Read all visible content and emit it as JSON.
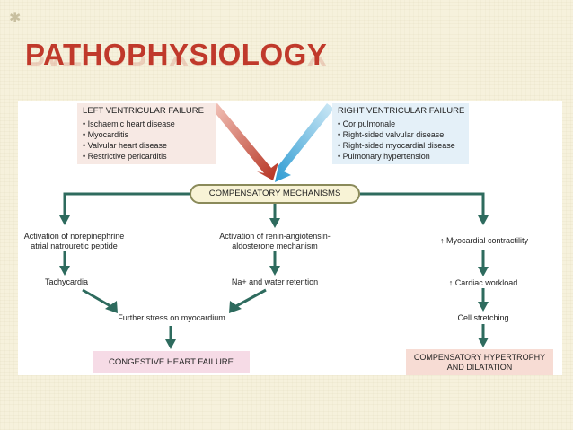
{
  "slide": {
    "title": "PATHOPHYSIOLOGY"
  },
  "diagram": {
    "left_box": {
      "heading": "LEFT VENTRICULAR FAILURE",
      "items": [
        "Ischaemic heart disease",
        "Myocarditis",
        "Valvular heart disease",
        "Restrictive pericarditis"
      ]
    },
    "right_box": {
      "heading": "RIGHT VENTRICULAR FAILURE",
      "items": [
        "Cor pulmonale",
        "Right-sided valvular disease",
        "Right-sided myocardial disease",
        "Pulmonary hypertension"
      ]
    },
    "center": "COMPENSATORY MECHANISMS",
    "left_branch": {
      "step1": [
        "Activation of norepinephrine",
        "atrial natrouretic peptide"
      ],
      "step2": "Tachycardia"
    },
    "middle_branch": {
      "step1": [
        "Activation of renin-angiotensin-",
        "aldosterone mechanism"
      ],
      "step2": "Na+ and water retention"
    },
    "merge": "Further stress on myocardium",
    "outcome_left": "CONGESTIVE HEART FAILURE",
    "right_branch": {
      "step1": "↑ Myocardial contractility",
      "step2": "↑ Cardiac workload",
      "step3": "Cell stretching"
    },
    "outcome_right": [
      "COMPENSATORY HYPERTROPHY",
      "AND DILATATION"
    ]
  },
  "colors": {
    "title": "#c0392b",
    "arrow": "#2e6b5e",
    "left_arrow": "#c0392b",
    "right_arrow": "#3aa0d0"
  }
}
